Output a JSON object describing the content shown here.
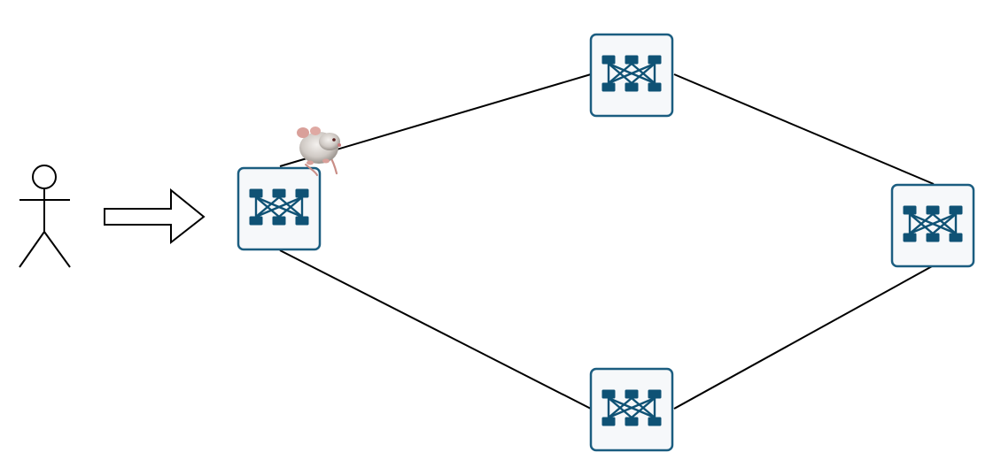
{
  "diagram": {
    "actor": {
      "icon": "stick-figure-user-icon"
    },
    "arrow": {
      "icon": "right-arrow-icon"
    },
    "nodes": [
      {
        "id": "node-left",
        "icon": "network-switch-icon"
      },
      {
        "id": "node-top",
        "icon": "network-switch-icon"
      },
      {
        "id": "node-right",
        "icon": "network-switch-icon"
      },
      {
        "id": "node-bottom",
        "icon": "network-switch-icon"
      }
    ],
    "links": [
      [
        "node-left",
        "node-top"
      ],
      [
        "node-top",
        "node-right"
      ],
      [
        "node-right",
        "node-bottom"
      ],
      [
        "node-bottom",
        "node-left"
      ]
    ],
    "mascot": {
      "icon": "rat-icon"
    },
    "colors": {
      "node_border": "#1b5d80",
      "node_fill": "#f6f8fa",
      "icon": "#0f5275",
      "line": "#000000"
    }
  }
}
